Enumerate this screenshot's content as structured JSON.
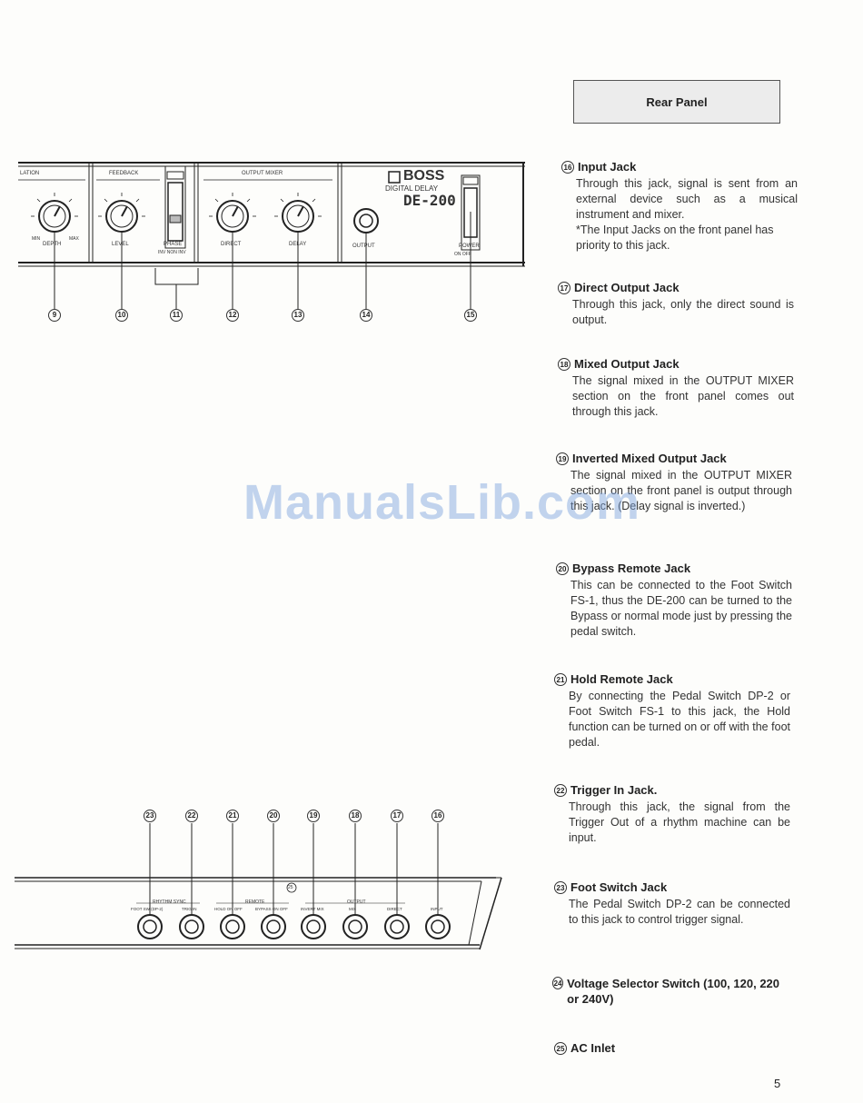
{
  "header": {
    "title": "Rear Panel"
  },
  "front_panel": {
    "brand": "BOSS",
    "product_line": "DIGITAL DELAY",
    "model": "DE-200",
    "section_labels": [
      "LATION",
      "FEEDBACK",
      "OUTPUT MIXER"
    ],
    "knob_labels": [
      "DEPTH",
      "LEVEL",
      "DIRECT",
      "DELAY"
    ],
    "min_label": "MIN",
    "max_label": "MAX",
    "phase_label": "PHASE",
    "phase_sub": "INV  NON INV",
    "output_label": "OUTPUT",
    "power_label": "POWER",
    "power_sub": "ON  OFF",
    "callouts": [
      "9",
      "10",
      "11",
      "12",
      "13",
      "14",
      "15"
    ]
  },
  "rear_panel": {
    "callouts": [
      "23",
      "22",
      "21",
      "20",
      "19",
      "18",
      "17",
      "16"
    ],
    "group_labels": [
      "RHYTHM SYNC",
      "REMOTE",
      "OUTPUT"
    ],
    "jack_labels": [
      "FOOT SW (DP-2)",
      "TRIG IN",
      "HOLD ON OFF",
      "BYPASS ON OFF",
      "INVERT MIX",
      "MIX",
      "DIRECT",
      "INPUT"
    ],
    "center_mark": "25"
  },
  "sections": [
    {
      "num": "16",
      "title": "Input Jack",
      "body": "Through this jack, signal is sent from an external device such as a musical instrument and mixer.",
      "note": "*The Input Jacks on the front panel has priority to this jack."
    },
    {
      "num": "17",
      "title": "Direct Output Jack",
      "body": "Through this jack, only the direct sound is output."
    },
    {
      "num": "18",
      "title": "Mixed Output Jack",
      "body": "The signal mixed in the OUTPUT MIXER section on the front panel comes out through this jack."
    },
    {
      "num": "19",
      "title": "Inverted Mixed Output Jack",
      "body": "The signal mixed in the OUTPUT MIXER section on the front panel is output through this jack. (Delay signal is inverted.)"
    },
    {
      "num": "20",
      "title": "Bypass Remote Jack",
      "body": "This can be connected to the Foot Switch FS-1, thus the DE-200 can be turned to the Bypass or normal mode just by pressing the pedal switch."
    },
    {
      "num": "21",
      "title": "Hold Remote Jack",
      "body": "By connecting the Pedal Switch DP-2 or Foot Switch FS-1 to this jack, the Hold function can be turned on or off with the foot pedal."
    },
    {
      "num": "22",
      "title": "Trigger In Jack.",
      "body": "Through this jack, the signal from the Trigger Out of a rhythm machine can be input."
    },
    {
      "num": "23",
      "title": "Foot Switch Jack",
      "body": "The Pedal Switch DP-2 can be connected to this jack to control trigger signal."
    },
    {
      "num": "24",
      "title": "Voltage Selector Switch (100, 120, 220 or 240V)"
    },
    {
      "num": "25",
      "title": "AC Inlet"
    }
  ],
  "watermark": "ManualsLib.com",
  "page_number": "5"
}
